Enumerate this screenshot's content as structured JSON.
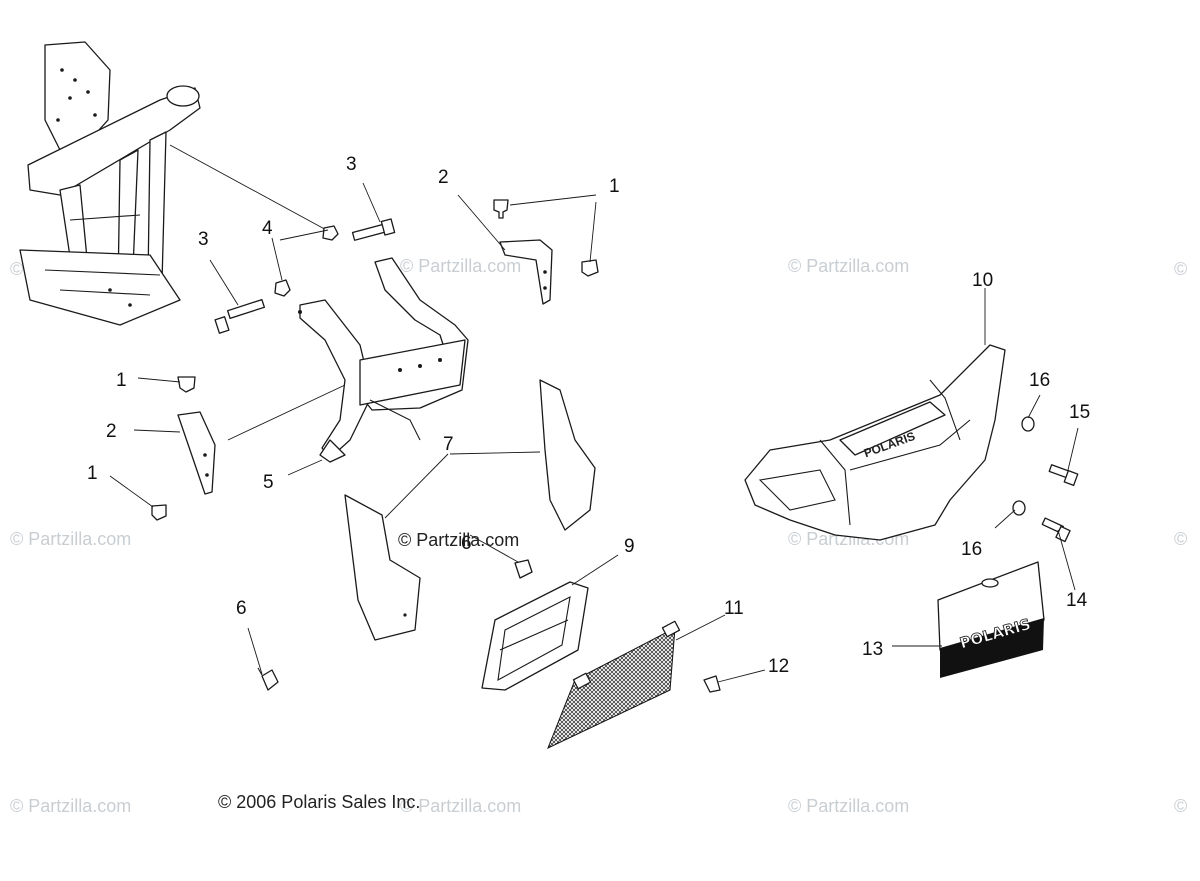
{
  "diagram": {
    "callouts": [
      {
        "id": "c1a",
        "label": "1"
      },
      {
        "id": "c2a",
        "label": "2"
      },
      {
        "id": "c3a",
        "label": "3"
      },
      {
        "id": "c3b",
        "label": "3"
      },
      {
        "id": "c4",
        "label": "4"
      },
      {
        "id": "c2b",
        "label": "2"
      },
      {
        "id": "c1b",
        "label": "1"
      },
      {
        "id": "c1c",
        "label": "1"
      },
      {
        "id": "c5",
        "label": "5"
      },
      {
        "id": "c6a",
        "label": "6"
      },
      {
        "id": "c6b",
        "label": "6"
      },
      {
        "id": "c7",
        "label": "7"
      },
      {
        "id": "c9",
        "label": "9"
      },
      {
        "id": "c10",
        "label": "10"
      },
      {
        "id": "c11",
        "label": "11"
      },
      {
        "id": "c12",
        "label": "12"
      },
      {
        "id": "c13",
        "label": "13"
      },
      {
        "id": "c14",
        "label": "14"
      },
      {
        "id": "c15",
        "label": "15"
      },
      {
        "id": "c16a",
        "label": "16"
      },
      {
        "id": "c16b",
        "label": "16"
      }
    ],
    "center_watermark": "© Partzilla.com",
    "copyright": "© 2006 Polaris Sales Inc.",
    "bumper_logo": "POLARIS",
    "plate_logo": "POLARIS"
  },
  "watermarks": {
    "text": "© Partzilla.com",
    "edge": "©"
  }
}
